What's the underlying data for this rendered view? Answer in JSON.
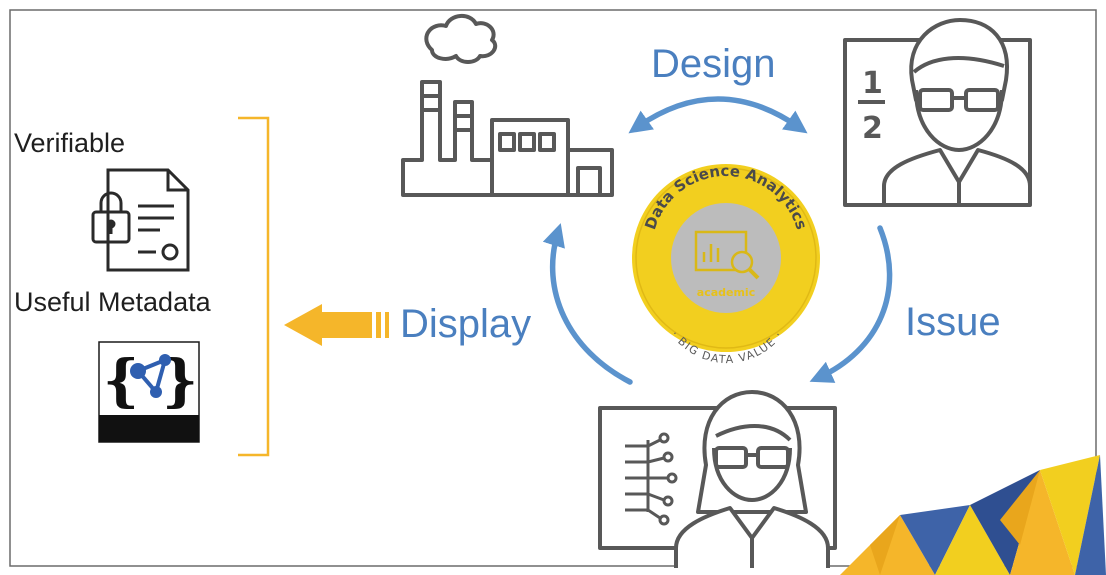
{
  "left_panel": {
    "verifiable_label": "Verifiable",
    "metadata_label": "Useful Metadata",
    "certificate_icon": "certificate-lock-icon",
    "linked_data_icon": "json-ld-icon"
  },
  "cycle": {
    "design_label": "Design",
    "issue_label": "Issue",
    "display_label": "Display"
  },
  "roles": {
    "issuer_icon": "factory-icon",
    "designer_icon": "teacher-icon",
    "learner_icon": "student-icon"
  },
  "badge": {
    "top_text": "Data Science Analytics",
    "middle_text": "academic",
    "bottom_text": "· BIG DATA VALUE ·",
    "center_icon": "chart-magnifier-icon"
  },
  "colors": {
    "arrow_blue": "#5b93cd",
    "accent_orange": "#f5b62a",
    "badge_yellow": "#f2cf1f",
    "badge_grey": "#bcbcbc",
    "icon_grey": "#585858"
  }
}
